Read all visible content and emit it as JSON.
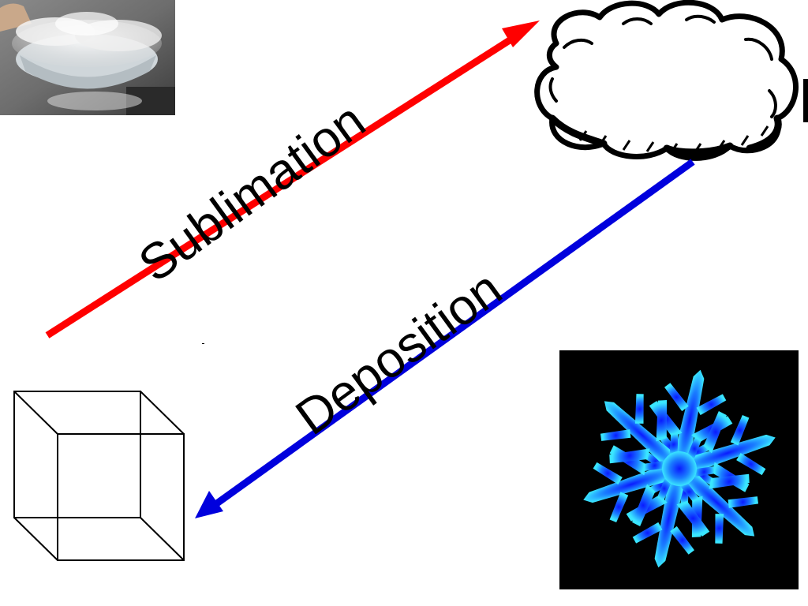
{
  "labels": {
    "sublimation": "Sublimation",
    "deposition": "Deposition"
  },
  "colors": {
    "sublimation_arrow": "#ff0000",
    "deposition_arrow": "#0000dd",
    "snowflake_light": "#33e0ff",
    "snowflake_dark": "#1133ff",
    "panel_background": "#000000"
  },
  "icons": {
    "top_left": "dry-ice-bowl-photo",
    "top_right": "cloud-icon",
    "bottom_left": "cube-icon",
    "bottom_right": "snowflake-icon"
  }
}
